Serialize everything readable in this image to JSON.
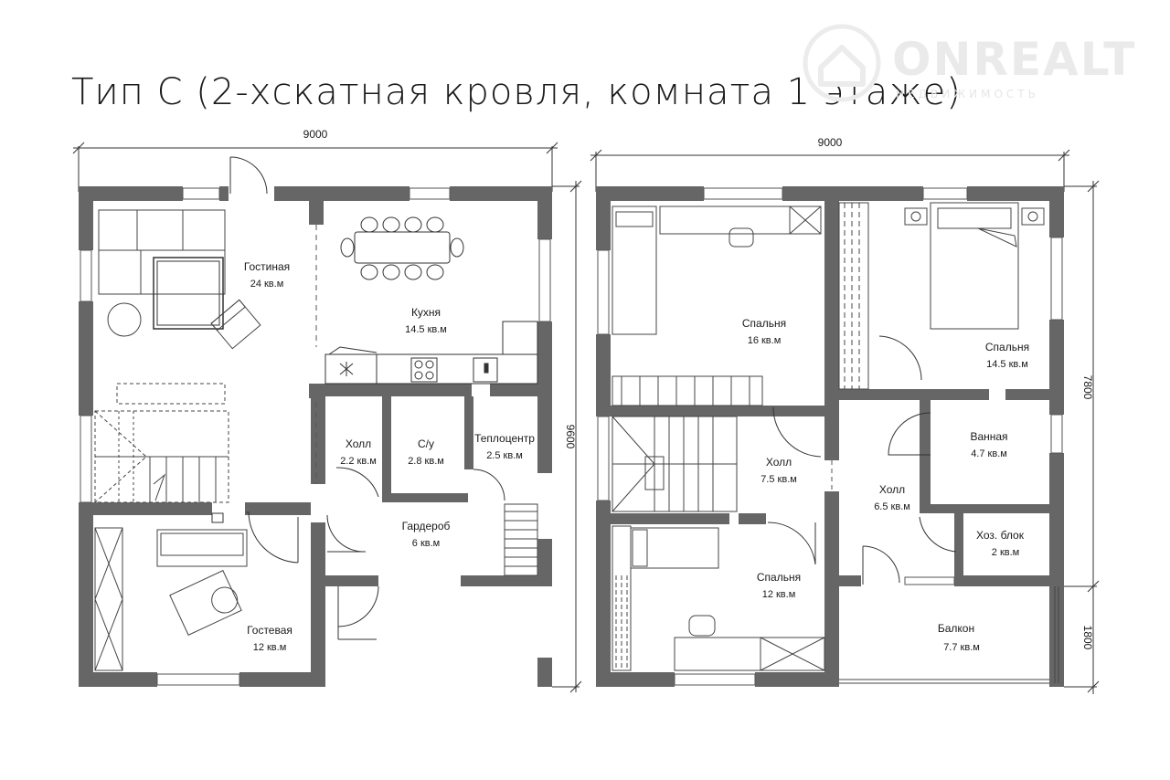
{
  "title": "Тип С (2-хскатная кровля, комната 1 этаже)",
  "watermark": {
    "brand": "ONREALT",
    "subtitle": "НЕДВИЖИМОСТЬ"
  },
  "dimensions": {
    "floor1_width": "9000",
    "floor1_height": "9600",
    "floor2_width": "9000",
    "floor2_height_main": "7800",
    "floor2_height_balcony": "1800"
  },
  "floor1_rooms": {
    "living": {
      "name": "Гостиная",
      "area": "24 кв.м"
    },
    "kitchen": {
      "name": "Кухня",
      "area": "14.5 кв.м"
    },
    "hall": {
      "name": "Холл",
      "area": "2.2 кв.м"
    },
    "wc": {
      "name": "С/у",
      "area": "2.8 кв.м"
    },
    "heating": {
      "name": "Теплоцентр",
      "area": "2.5 кв.м"
    },
    "wardrobe": {
      "name": "Гардероб",
      "area": "6 кв.м"
    },
    "guest": {
      "name": "Гостевая",
      "area": "12 кв.м"
    }
  },
  "floor2_rooms": {
    "bedroom1": {
      "name": "Спальня",
      "area": "16 кв.м"
    },
    "bedroom2": {
      "name": "Спальня",
      "area": "14.5 кв.м"
    },
    "hall1": {
      "name": "Холл",
      "area": "7.5 кв.м"
    },
    "hall2": {
      "name": "Холл",
      "area": "6.5 кв.м"
    },
    "bath": {
      "name": "Ванная",
      "area": "4.7 кв.м"
    },
    "storage": {
      "name": "Хоз. блок",
      "area": "2 кв.м"
    },
    "bedroom3": {
      "name": "Спальня",
      "area": "12 кв.м"
    },
    "balcony": {
      "name": "Балкон",
      "area": "7.7 кв.м"
    }
  },
  "colors": {
    "wall": "#666666",
    "line": "#333333",
    "text": "#1a1a1a"
  }
}
